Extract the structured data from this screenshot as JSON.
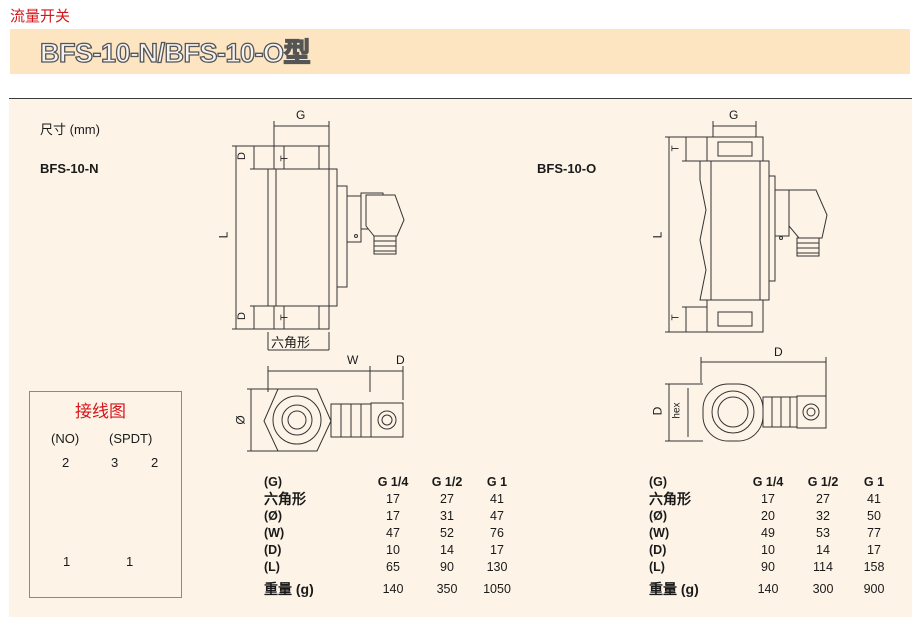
{
  "header": {
    "category": "流量开关",
    "title": "BFS-10-N/BFS-10-O型"
  },
  "section": {
    "dimension_label": "尺寸 (mm)",
    "model_n": "BFS-10-N",
    "model_o": "BFS-10-O"
  },
  "drawing_n": {
    "g": "G",
    "d_top": "D",
    "t_top": "T",
    "l": "L",
    "d_bottom": "D",
    "t_bottom": "T",
    "hex_label": "六角形",
    "w": "W",
    "d_side": "D",
    "phi": "Ø"
  },
  "drawing_o": {
    "g": "G",
    "t_top": "T",
    "l": "L",
    "t_bottom": "T",
    "d_top": "D",
    "d_side": "D",
    "hex": "hex"
  },
  "wiring": {
    "title": "接线图",
    "no": "(NO)",
    "spdt": "(SPDT)",
    "no_top": "2",
    "spdt_left": "3",
    "spdt_right": "2",
    "no_bottom": "1",
    "spdt_bottom": "1"
  },
  "table_n": {
    "headers": [
      "(G)",
      "G 1/4",
      "G 1/2",
      "G 1"
    ],
    "rows": [
      [
        "六角形",
        "17",
        "27",
        "41"
      ],
      [
        "(Ø)",
        "17",
        "31",
        "47"
      ],
      [
        "(W)",
        "47",
        "52",
        "76"
      ],
      [
        "(D)",
        "10",
        "14",
        "17"
      ],
      [
        "(L)",
        "65",
        "90",
        "130"
      ],
      [
        "重量 (g)",
        "140",
        "350",
        "1050"
      ]
    ]
  },
  "table_o": {
    "headers": [
      "(G)",
      "G 1/4",
      "G 1/2",
      "G 1"
    ],
    "rows": [
      [
        "六角形",
        "17",
        "27",
        "41"
      ],
      [
        "(Ø)",
        "20",
        "32",
        "50"
      ],
      [
        "(W)",
        "49",
        "53",
        "77"
      ],
      [
        "(D)",
        "10",
        "14",
        "17"
      ],
      [
        "(L)",
        "90",
        "114",
        "158"
      ],
      [
        "重量 (g)",
        "140",
        "300",
        "900"
      ]
    ]
  },
  "colors": {
    "accent_red": "#d7141a",
    "title_band": "#fde5c2",
    "panel": "#fdf4e7"
  }
}
